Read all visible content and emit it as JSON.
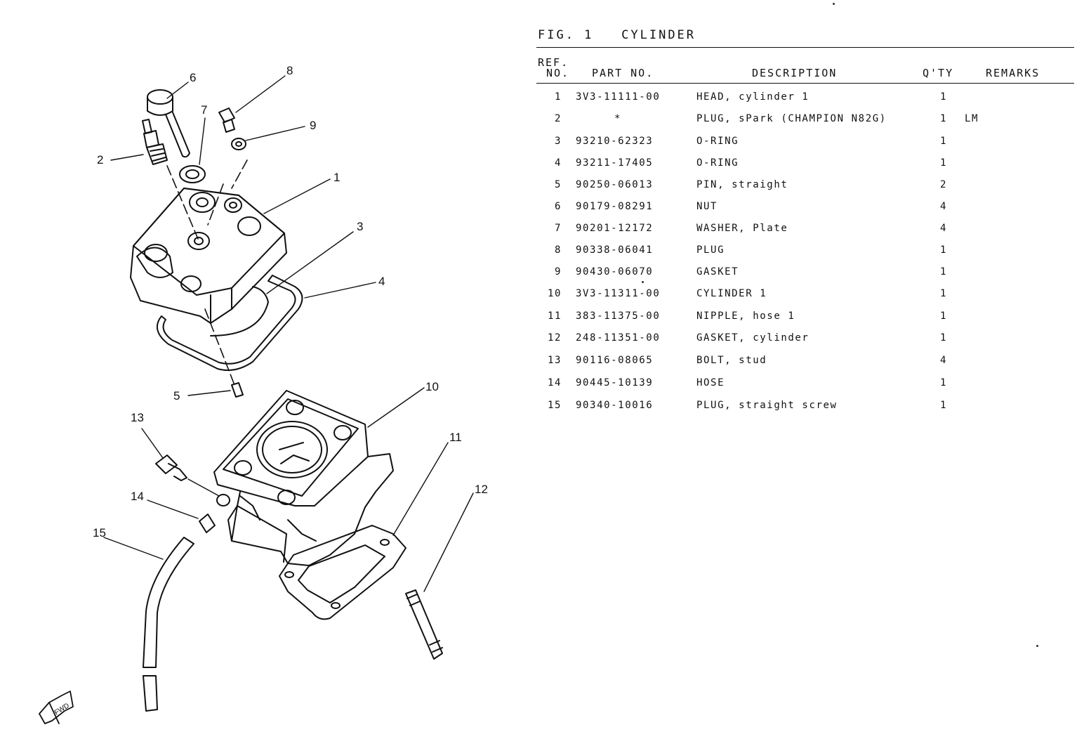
{
  "figure": {
    "number_label": "FIG.  1",
    "title": "CYLINDER"
  },
  "table": {
    "headers": {
      "ref_line1": "REF.",
      "ref_line2": "NO.",
      "part_no": "PART NO.",
      "description": "DESCRIPTION",
      "qty": "Q'TY",
      "remarks": "REMARKS"
    },
    "rows": [
      {
        "ref": "1",
        "part_no": "3V3-11111-00",
        "description": "HEAD, cylinder 1",
        "qty": "1",
        "remarks": ""
      },
      {
        "ref": "2",
        "part_no": "*",
        "description": "PLUG, sPark (CHAMPION N82G)",
        "qty": "1",
        "remarks": "LM"
      },
      {
        "ref": "3",
        "part_no": "93210-62323",
        "description": "O-RING",
        "qty": "1",
        "remarks": ""
      },
      {
        "ref": "4",
        "part_no": "93211-17405",
        "description": "O-RING",
        "qty": "1",
        "remarks": ""
      },
      {
        "ref": "5",
        "part_no": "90250-06013",
        "description": "PIN, straight",
        "qty": "2",
        "remarks": ""
      },
      {
        "ref": "6",
        "part_no": "90179-08291",
        "description": "NUT",
        "qty": "4",
        "remarks": ""
      },
      {
        "ref": "7",
        "part_no": "90201-12172",
        "description": "WASHER, Plate",
        "qty": "4",
        "remarks": ""
      },
      {
        "ref": "8",
        "part_no": "90338-06041",
        "description": "PLUG",
        "qty": "1",
        "remarks": ""
      },
      {
        "ref": "9",
        "part_no": "90430-06070",
        "description": "GASKET",
        "qty": "1",
        "remarks": ""
      },
      {
        "ref": "10",
        "part_no": "3V3-11311-00",
        "description": "CYLINDER 1",
        "qty": "1",
        "remarks": ""
      },
      {
        "ref": "11",
        "part_no": "383-11375-00",
        "description": "NIPPLE, hose 1",
        "qty": "1",
        "remarks": ""
      },
      {
        "ref": "12",
        "part_no": "248-11351-00",
        "description": "GASKET, cylinder",
        "qty": "1",
        "remarks": ""
      },
      {
        "ref": "13",
        "part_no": "90116-08065",
        "description": "BOLT, stud",
        "qty": "4",
        "remarks": ""
      },
      {
        "ref": "14",
        "part_no": "90445-10139",
        "description": "HOSE",
        "qty": "1",
        "remarks": ""
      },
      {
        "ref": "15",
        "part_no": "90340-10016",
        "description": "PLUG, straight screw",
        "qty": "1",
        "remarks": ""
      }
    ]
  },
  "diagram": {
    "callouts": [
      "1",
      "2",
      "3",
      "4",
      "5",
      "6",
      "7",
      "8",
      "9",
      "10",
      "11",
      "12",
      "13",
      "14",
      "15"
    ],
    "fwd_icon_label": "FWD"
  }
}
